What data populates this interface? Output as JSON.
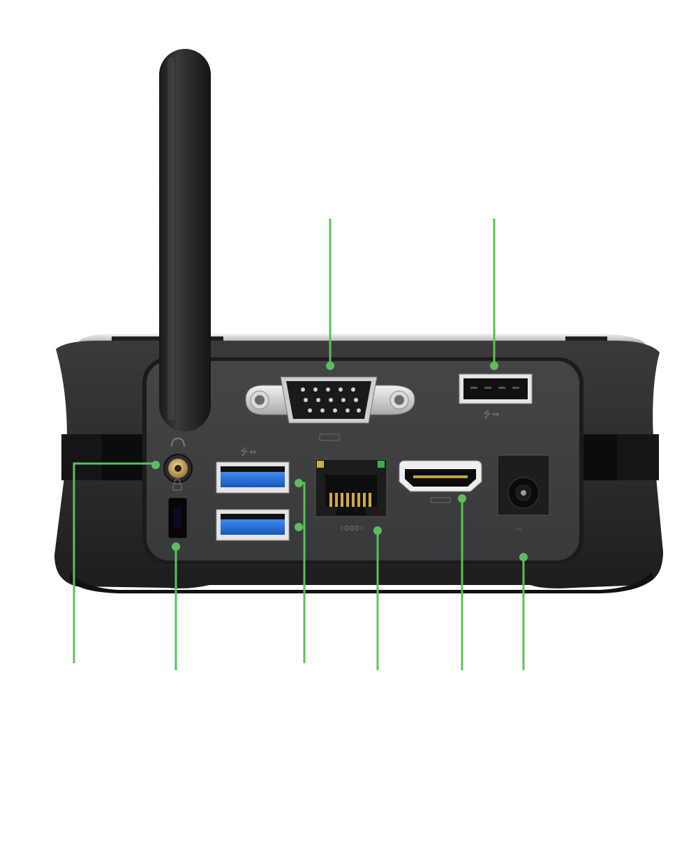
{
  "image": {
    "subject": "mini-pc-rear-panel",
    "callout_color": "#5cbf5c",
    "body_color": "#2b2b2d",
    "panel_color": "#3a3b3d",
    "accent_usb3_color": "#1f6fd6"
  },
  "ports": [
    {
      "id": "antenna"
    },
    {
      "id": "vga"
    },
    {
      "id": "usb-2-0"
    },
    {
      "id": "audio-jack"
    },
    {
      "id": "kensington-lock"
    },
    {
      "id": "usb-3-0-pair"
    },
    {
      "id": "ethernet-rj45"
    },
    {
      "id": "hdmi"
    },
    {
      "id": "dc-power"
    }
  ]
}
